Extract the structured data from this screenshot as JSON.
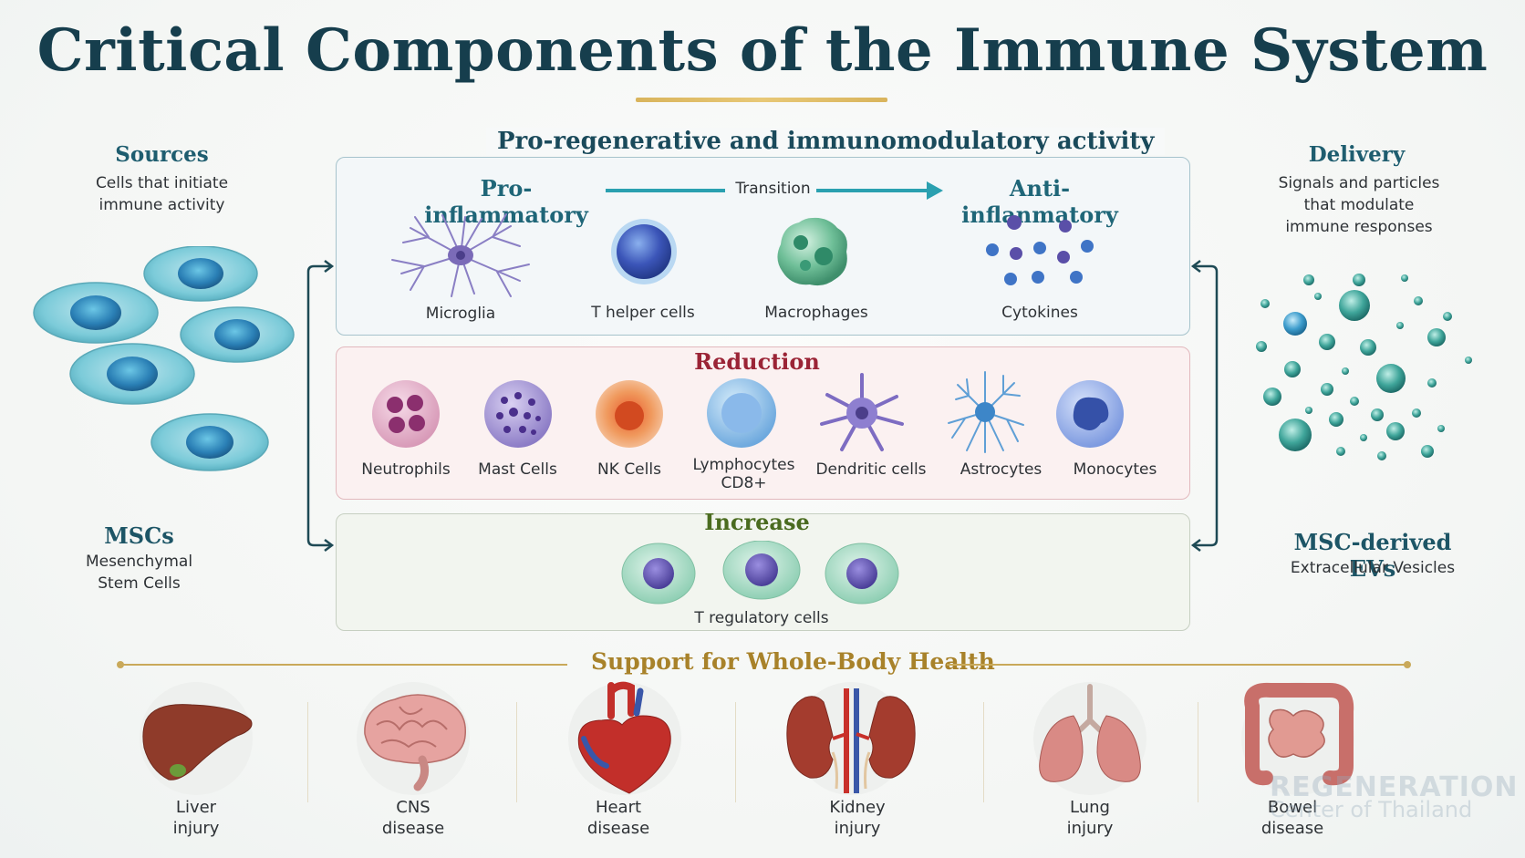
{
  "title": "Critical Components of the Immune System",
  "left": {
    "heading": "Sources",
    "desc_line1": "Cells that initiate",
    "desc_line2": "immune activity",
    "label": "MSCs",
    "sub_line1": "Mesenchymal",
    "sub_line2": "Stem Cells"
  },
  "right": {
    "heading": "Delivery",
    "desc_line1": "Signals and particles",
    "desc_line2": "that modulate",
    "desc_line3": "immune responses",
    "label": "MSC-derived EVs",
    "sub": "Extracellular Vesicles"
  },
  "center": {
    "panel_title": "Pro-regenerative and immunomodulatory activity",
    "pro_inflammatory": "Pro-inflammatory",
    "transition": "Transition",
    "anti_inflammatory": "Anti-inflanmatory",
    "top_cells": [
      "Microglia",
      "T helper cells",
      "Macrophages",
      "Cytokines"
    ],
    "reduction_title": "Reduction",
    "reduction_cells": [
      "Neutrophils",
      "Mast Cells",
      "NK Cells",
      "Lymphocytes",
      "CD8+",
      "Dendritic cells",
      "Astrocytes",
      "Monocytes"
    ],
    "increase_title": "Increase",
    "increase_label": "T regulatory cells"
  },
  "support": {
    "title": "Support for Whole-Body Health",
    "organs": [
      {
        "line1": "Liver",
        "line2": "injury"
      },
      {
        "line1": "CNS",
        "line2": "disease"
      },
      {
        "line1": "Heart",
        "line2": "disease"
      },
      {
        "line1": "Kidney",
        "line2": "injury"
      },
      {
        "line1": "Lung",
        "line2": "injury"
      },
      {
        "line1": "Bowel",
        "line2": "disease"
      }
    ]
  },
  "watermark": {
    "line1": "REGENERATION",
    "line2": "Center of Thailand"
  },
  "colors": {
    "title": "#163e4d",
    "accent_teal": "#2a9aa8",
    "reduction": "#9b2436",
    "increase": "#4a6b1f",
    "gold": "#a8822a"
  }
}
